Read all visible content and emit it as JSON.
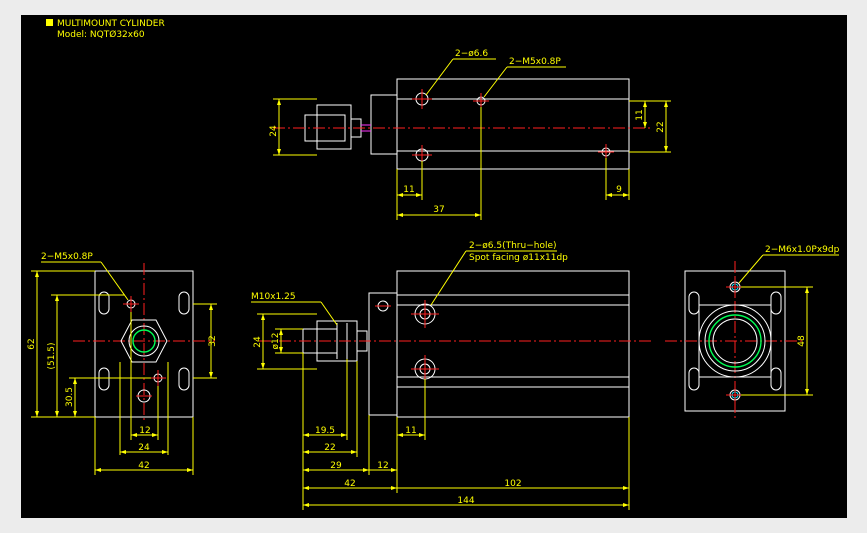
{
  "drawing": {
    "title": "MULTIMOUNT CYLINDER",
    "model": "Model: NQTØ32x60",
    "colors": {
      "background": "#000000",
      "dimension": "#ffff00",
      "outline": "#ffffff",
      "centerline": "#ff2020",
      "bore": "#00ff55"
    }
  },
  "labels": {
    "top_holes": "2−ø6.6",
    "top_thread": "2−M5x0.8P",
    "left_thread": "2−M5x0.8P",
    "front_holes": "2−ø6.5(Thru−hole)",
    "front_spot": "Spot facing ø11x11dp",
    "rod_thread": "M10x1.25",
    "right_thread": "2−M6x1.0Px9dp"
  },
  "dims": {
    "top_24": "24",
    "top_11_v": "11",
    "top_22": "22",
    "top_11_h": "11",
    "top_37": "37",
    "top_9": "9",
    "left_62": "62",
    "left_51_5": "(51.5)",
    "left_30_5": "30.5",
    "left_32": "32",
    "left_12": "12",
    "left_24": "24",
    "left_42": "42",
    "front_24": "24",
    "front_dia12": "ø12",
    "front_19_5": "19.5",
    "front_22": "22",
    "front_29": "29",
    "front_12": "12",
    "front_11": "11",
    "front_42": "42",
    "front_102": "102",
    "front_144": "144",
    "right_48": "48"
  }
}
